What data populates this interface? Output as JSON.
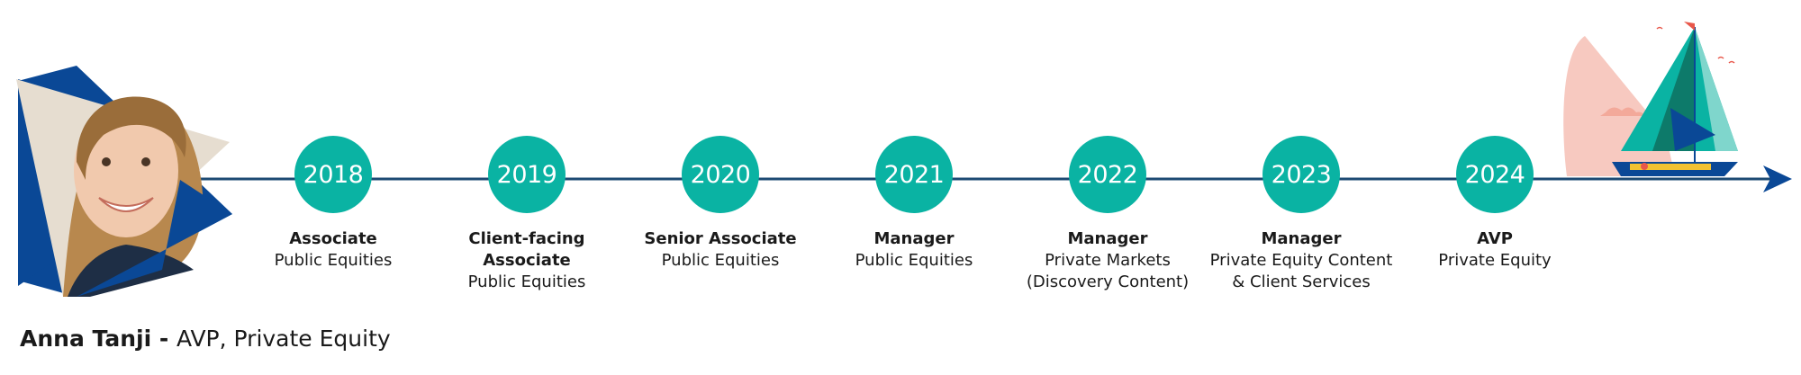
{
  "colors": {
    "accent_teal": "#0ab3a3",
    "line_navy": "#1c4a73",
    "triangle_blue": "#0a4896",
    "photo_bg": "#e6ddd0",
    "pink": "#f7c9c0"
  },
  "icons": {
    "portrait": "person-photo",
    "end_illustration": "sailboat-illustration",
    "arrow": "arrow-right-icon"
  },
  "milestones": [
    {
      "year": "2018",
      "title": "Associate",
      "dept": "Public Equities"
    },
    {
      "year": "2019",
      "title": "Client-facing\nAssociate",
      "dept": "Public Equities"
    },
    {
      "year": "2020",
      "title": "Senior Associate",
      "dept": "Public Equities"
    },
    {
      "year": "2021",
      "title": "Manager",
      "dept": "Public Equities"
    },
    {
      "year": "2022",
      "title": "Manager",
      "dept": "Private Markets\n(Discovery Content)"
    },
    {
      "year": "2023",
      "title": "Manager",
      "dept": "Private Equity Content\n& Client Services"
    },
    {
      "year": "2024",
      "title": "AVP",
      "dept": "Private Equity"
    }
  ],
  "person": {
    "name": "Anna Tanji",
    "separator": " - ",
    "role": "AVP, Private Equity"
  }
}
